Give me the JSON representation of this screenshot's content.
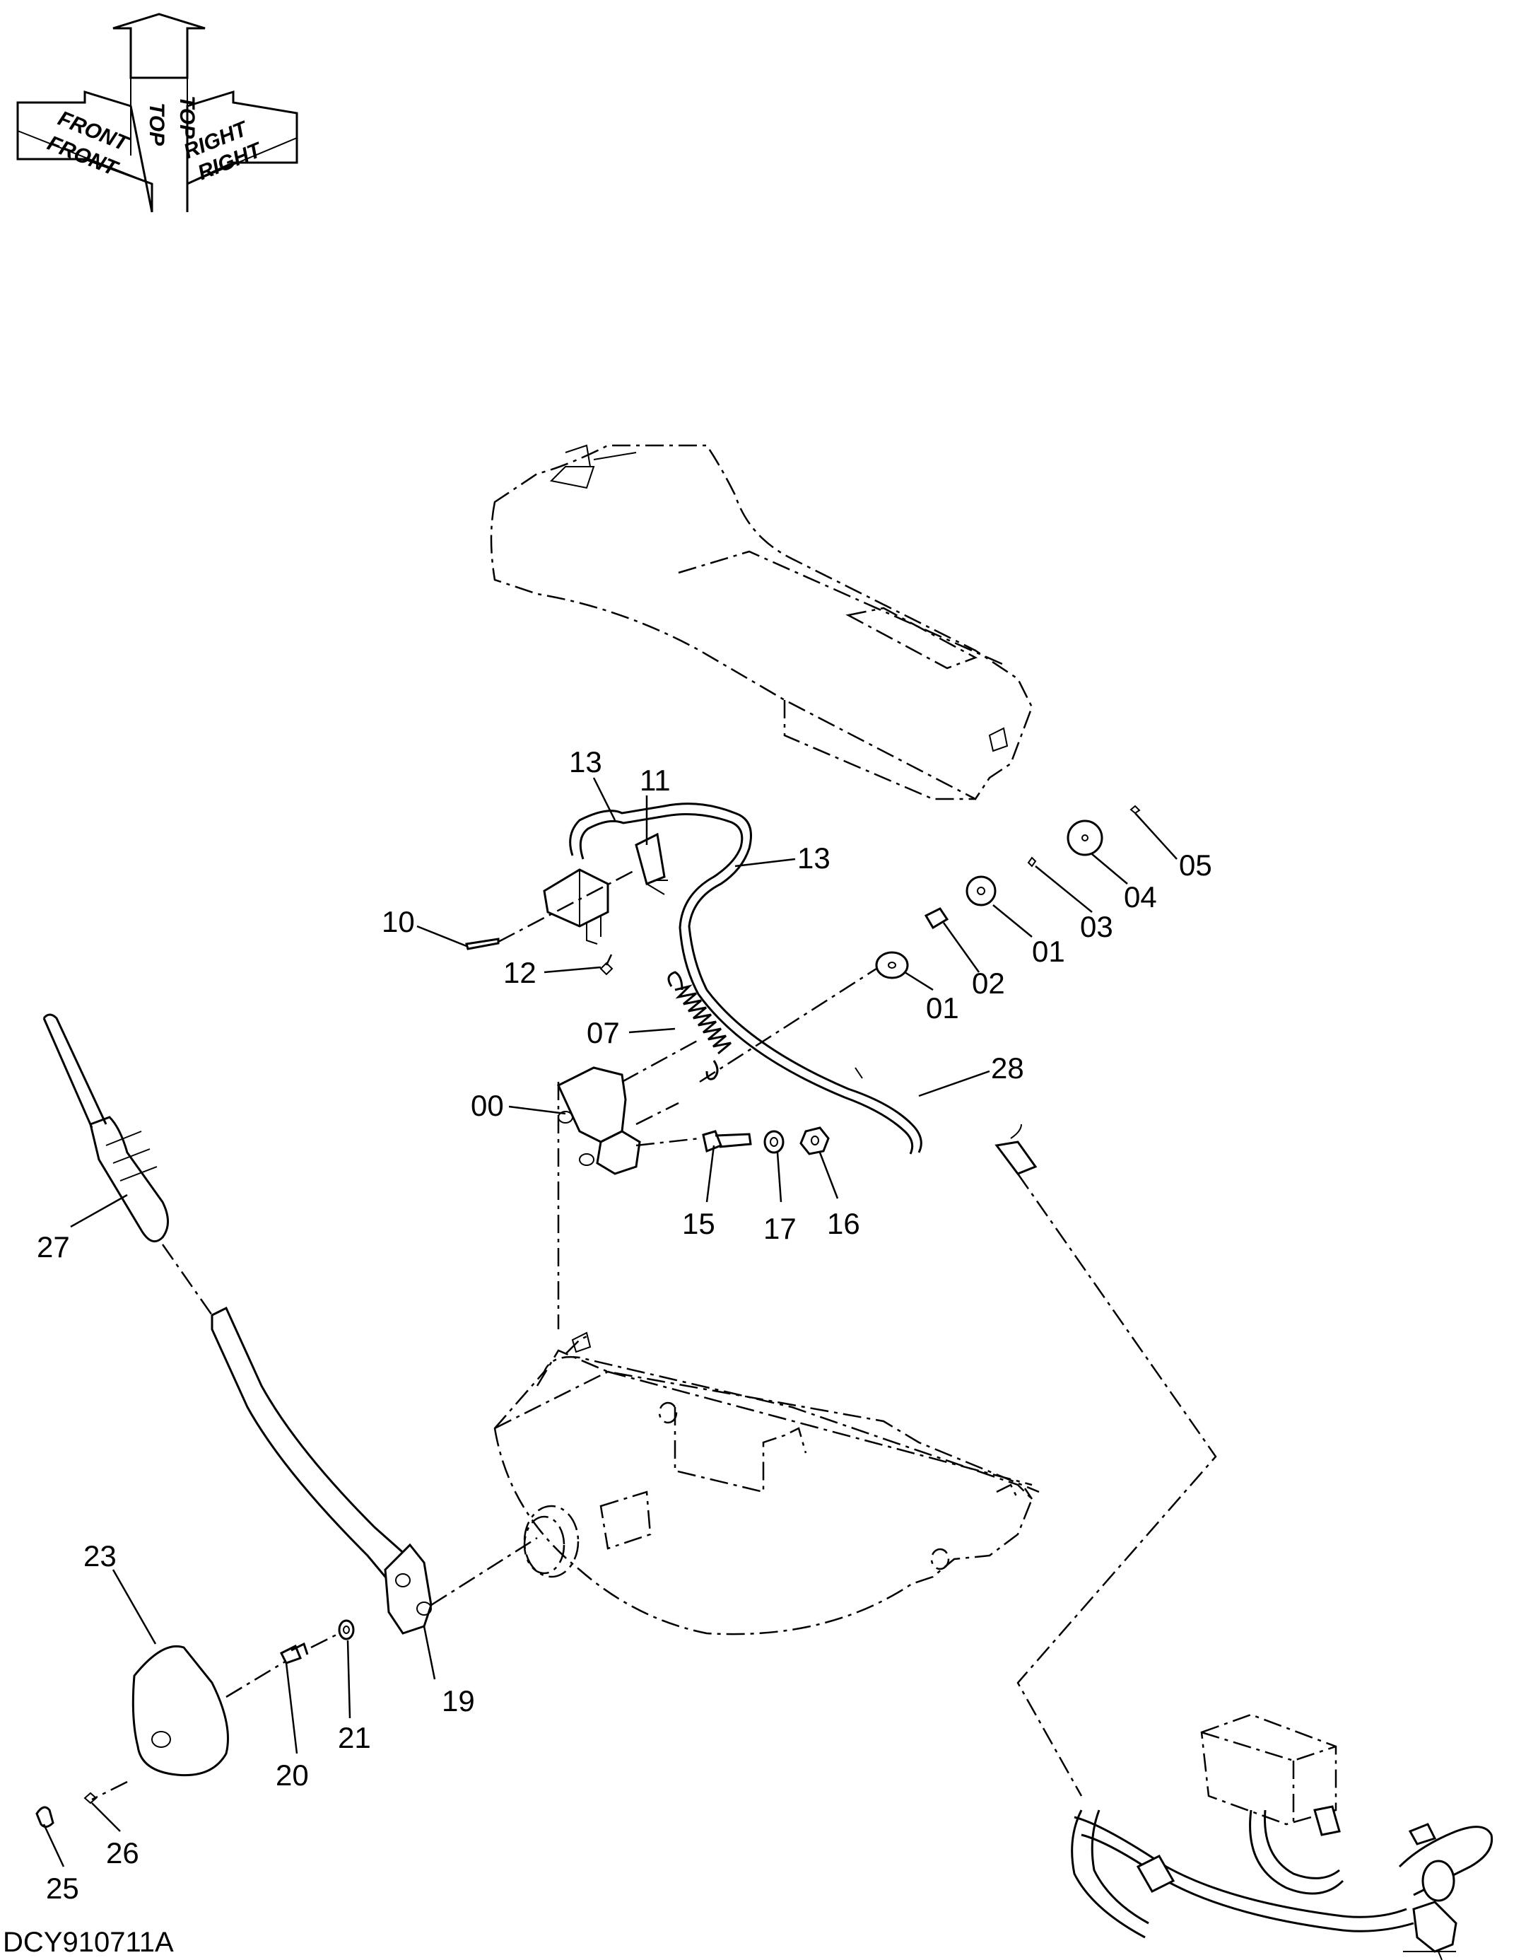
{
  "drawing_id": "DCY910711A",
  "orientation": {
    "top": "TOP",
    "front": "FRONT",
    "right": "RIGHT"
  },
  "callouts": [
    {
      "id": "c13a",
      "label": "13"
    },
    {
      "id": "c11",
      "label": "11"
    },
    {
      "id": "c13b",
      "label": "13"
    },
    {
      "id": "c10",
      "label": "10"
    },
    {
      "id": "c12",
      "label": "12"
    },
    {
      "id": "c07",
      "label": "07"
    },
    {
      "id": "c00",
      "label": "00"
    },
    {
      "id": "c15",
      "label": "15"
    },
    {
      "id": "c17",
      "label": "17"
    },
    {
      "id": "c16",
      "label": "16"
    },
    {
      "id": "c28",
      "label": "28"
    },
    {
      "id": "c05",
      "label": "05"
    },
    {
      "id": "c04",
      "label": "04"
    },
    {
      "id": "c03",
      "label": "03"
    },
    {
      "id": "c01a",
      "label": "01"
    },
    {
      "id": "c02",
      "label": "02"
    },
    {
      "id": "c01b",
      "label": "01"
    },
    {
      "id": "c27",
      "label": "27"
    },
    {
      "id": "c23",
      "label": "23"
    },
    {
      "id": "c19",
      "label": "19"
    },
    {
      "id": "c21",
      "label": "21"
    },
    {
      "id": "c20",
      "label": "20"
    },
    {
      "id": "c26",
      "label": "26"
    },
    {
      "id": "c25",
      "label": "25"
    }
  ]
}
